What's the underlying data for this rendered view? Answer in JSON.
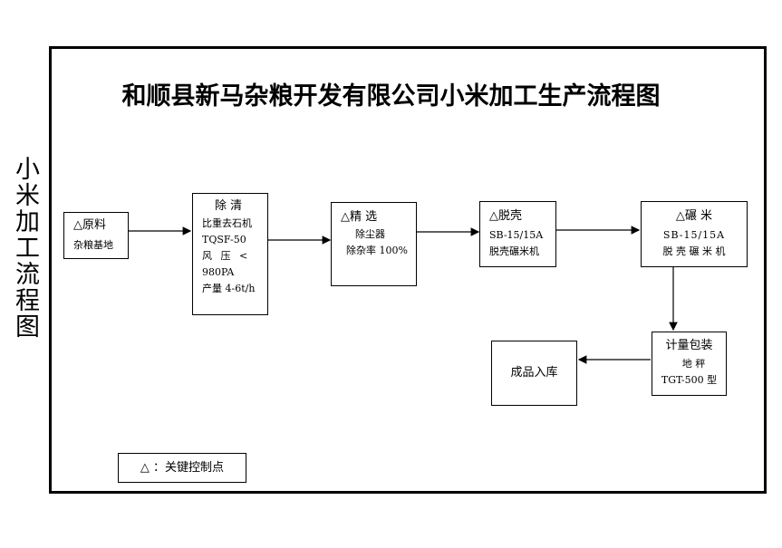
{
  "side_title": "小米加工流程图",
  "title": "和顺县新马杂粮开发有限公司小米加工生产流程图",
  "nodes": {
    "raw": {
      "l1": "△原料",
      "l2": "杂粮基地"
    },
    "clean": {
      "l1": "除 清",
      "l2": "比重去石机",
      "l3": "TQSF-50",
      "l4": "风 压 <",
      "l5": "980PA",
      "l6": "产量 4-6t/h"
    },
    "select": {
      "l1": "△精 选",
      "l2": "除尘器",
      "l3": "除杂率 100%"
    },
    "hull": {
      "l1": "△脱壳",
      "l2": "SB-15/15A",
      "l3": "脱壳碾米机"
    },
    "mill": {
      "l1": "△碾 米",
      "l2": "SB-15/15A",
      "l3": "脱 壳 碾 米 机"
    },
    "pack": {
      "l1": "计量包装",
      "l2": "地 秤",
      "l3": "TGT-500 型"
    },
    "store": {
      "l1": "成品入库"
    }
  },
  "legend": "△ ：关键控制点"
}
